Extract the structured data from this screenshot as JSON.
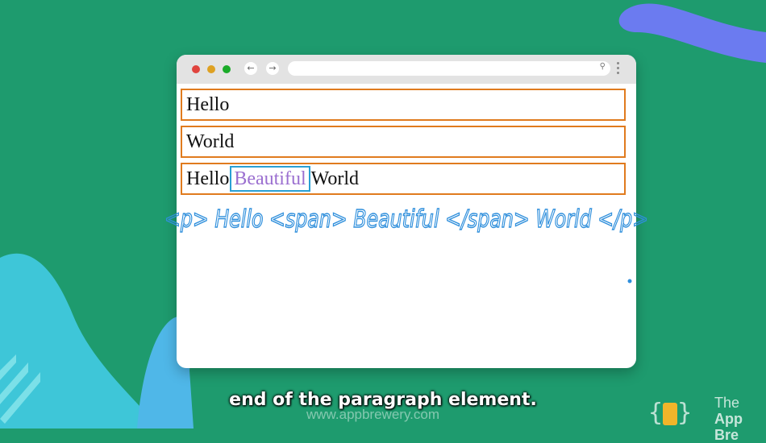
{
  "browser": {
    "nav": {
      "back_glyph": "←",
      "forward_glyph": "→"
    },
    "url": {
      "value": "",
      "placeholder": ""
    },
    "search_glyph": "⚲",
    "paragraphs": [
      {
        "text": "Hello"
      },
      {
        "text": "World"
      },
      {
        "before": "Hello",
        "span_text": "Beautiful",
        "after": "World"
      }
    ]
  },
  "annotation": {
    "text": "<p> Hello <span> Beautiful </span> World </p>"
  },
  "caption": {
    "text": "end of the paragraph element."
  },
  "watermark": {
    "text": "www.appbrewery.com"
  },
  "logo": {
    "brace_text": "{ }",
    "line1": "The",
    "line2": "App Bre"
  },
  "colors": {
    "background": "#1e9b6e",
    "paragraph_outline": "#e07b1e",
    "span_outline": "#2aa0d4",
    "span_text": "#9b6fd0",
    "handwriting": "#2f8fdc"
  }
}
